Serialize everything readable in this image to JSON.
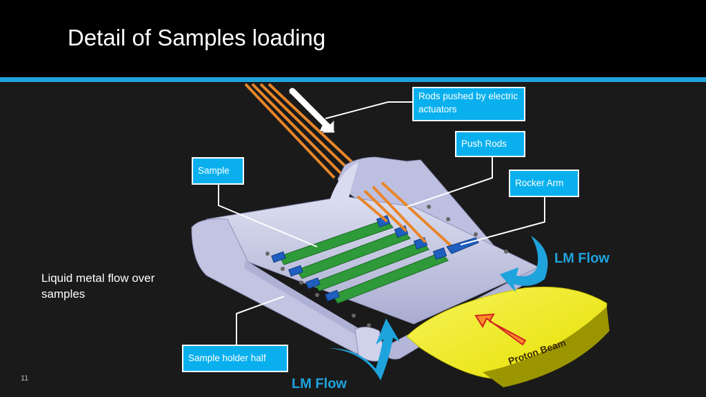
{
  "slide": {
    "title": "Detail of Samples loading",
    "description": "Liquid metal flow over samples",
    "page_number": "11"
  },
  "callouts": {
    "rods_pushed": "Rods pushed by electric actuators",
    "push_rods": "Push Rods",
    "sample": "Sample",
    "rocker_arm": "Rocker Arm",
    "sample_holder_half": "Sample holder half"
  },
  "labels": {
    "lm_flow_right": "LM Flow",
    "lm_flow_bottom": "LM Flow",
    "proton_beam": "Proton Beam"
  },
  "colors": {
    "accent": "#1ea3dc",
    "callout_fill": "#0ab0ee",
    "holder": "#c9cbe6",
    "sample": "#2e9a3a",
    "rod": "#e8862a",
    "beam": "#f2ee1a"
  }
}
